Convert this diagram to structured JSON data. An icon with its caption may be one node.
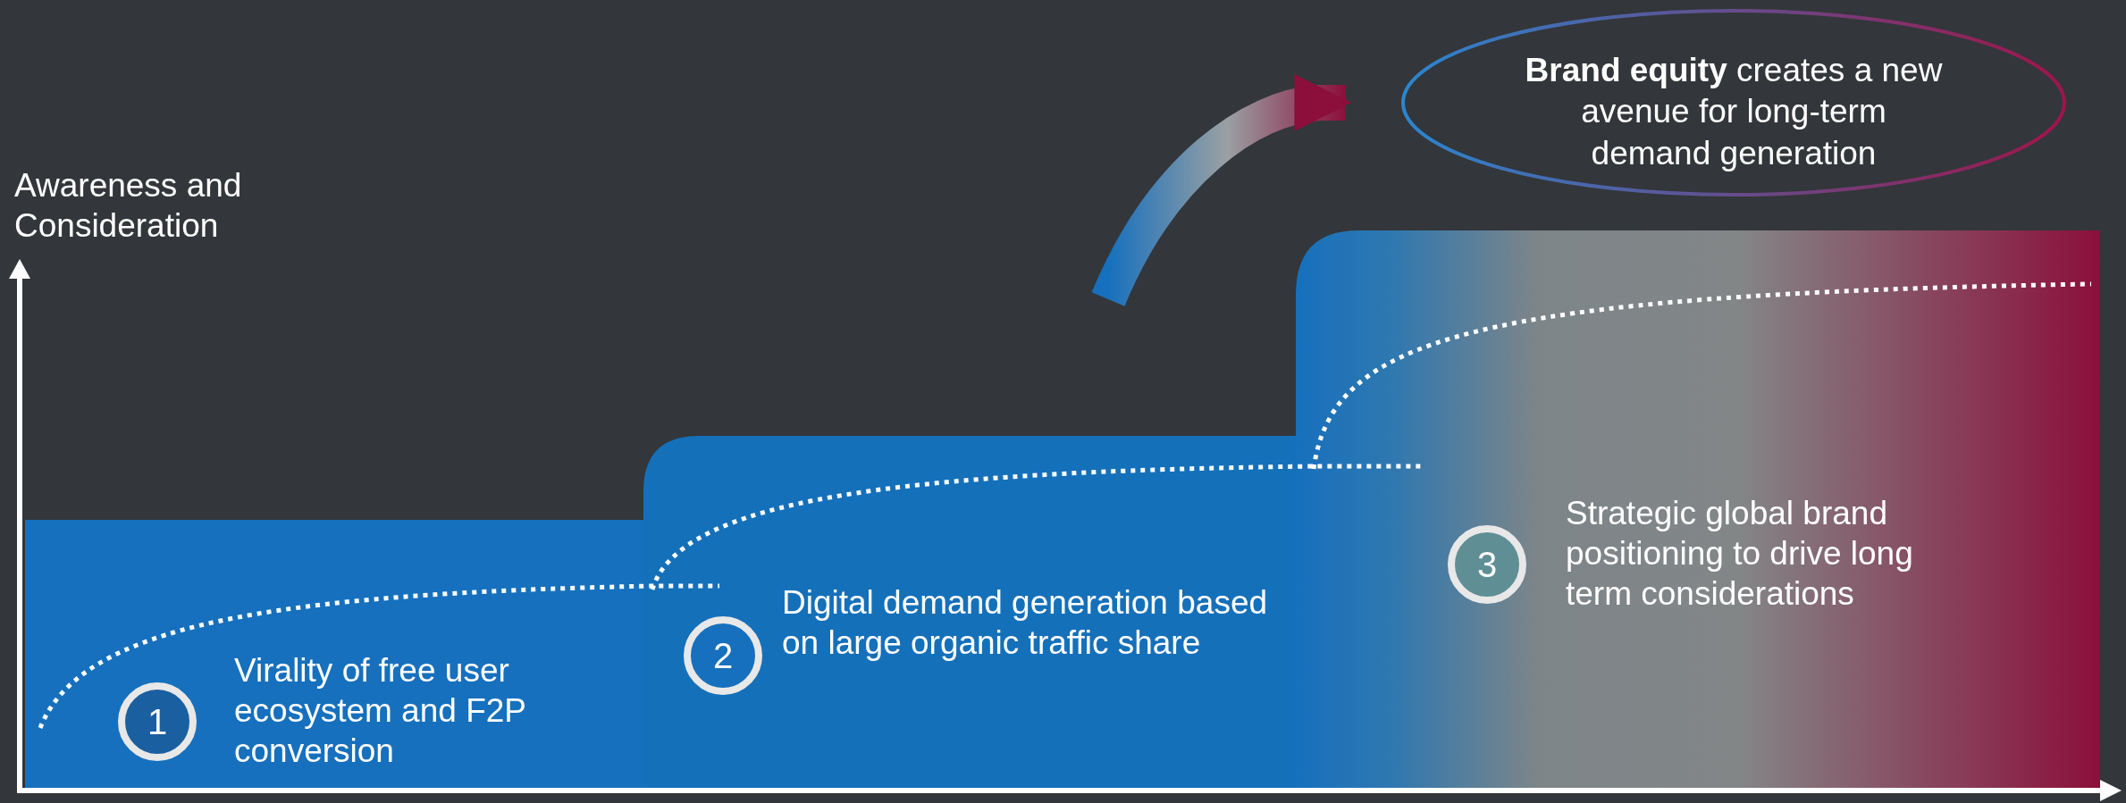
{
  "diagram": {
    "nodes": [
      {
        "text": [
          "1"
        ],
        "beside": [
          "Virality of free user ecosystem and F2P conversion"
        ]
      },
      {
        "text": [
          "2"
        ],
        "beside": [
          "Digital demand generation based on large organic traffic share"
        ]
      },
      {
        "text": [
          "3"
        ],
        "beside": [
          "Strategic global brand positioning to drive long term considerations"
        ]
      },
      {
        "text": [
          "**Brand equity** creates a new avenue for long-term demand generation"
        ]
      }
    ],
    "edges": [
      {
        "from": null,
        "to": 3,
        "arrow": "to"
      }
    ],
    "labels": [
      "Awareness and Consideration"
    ]
  }
}
